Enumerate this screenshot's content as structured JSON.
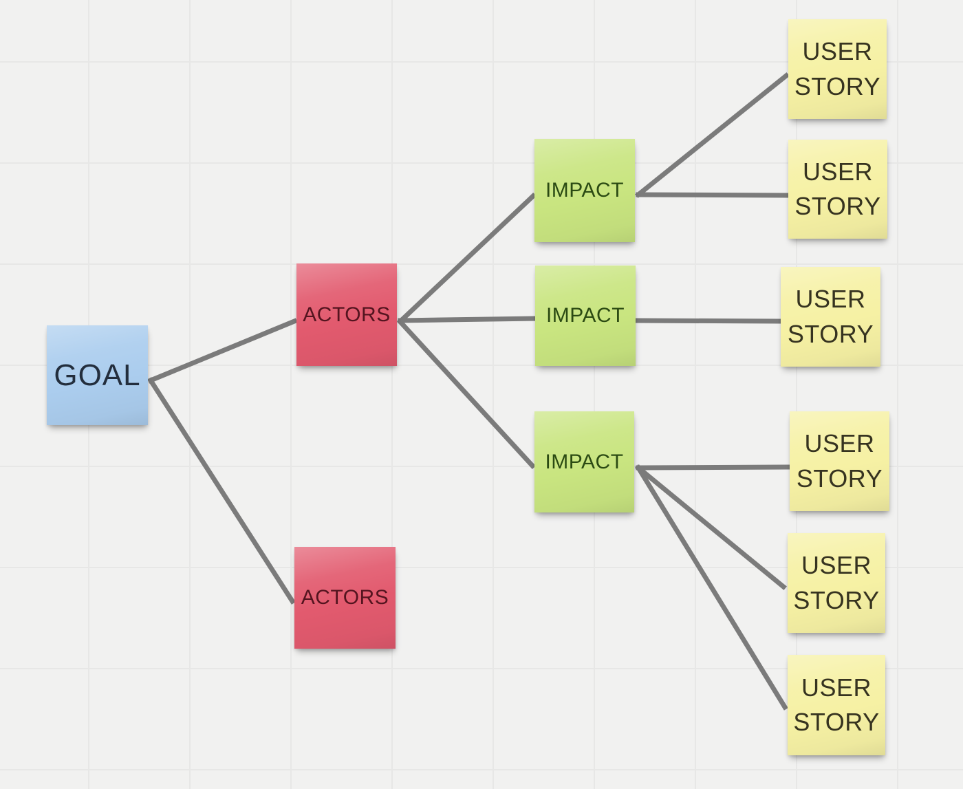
{
  "board": {
    "background_color": "#f1f1f0",
    "grid_color": "#e7e7e6",
    "connector_color": "#7b7b7b",
    "nodes": [
      {
        "id": "goal",
        "type": "goal",
        "label": "GOAL",
        "color": "#abcdee",
        "text_color": "#232e3d"
      },
      {
        "id": "actors-1",
        "type": "actors",
        "label": "ACTORS",
        "color": "#e25a6e",
        "text_color": "#54141f"
      },
      {
        "id": "actors-2",
        "type": "actors",
        "label": "ACTORS",
        "color": "#e25a6e",
        "text_color": "#54141f"
      },
      {
        "id": "impact-1",
        "type": "impact",
        "label": "IMPACT",
        "color": "#c9e580",
        "text_color": "#2b4a13"
      },
      {
        "id": "impact-2",
        "type": "impact",
        "label": "IMPACT",
        "color": "#c9e580",
        "text_color": "#2b4a13"
      },
      {
        "id": "impact-3",
        "type": "impact",
        "label": "IMPACT",
        "color": "#c9e580",
        "text_color": "#2b4a13"
      },
      {
        "id": "user-story-1",
        "type": "user-story",
        "label": "USER STORY",
        "color": "#f6f1a4",
        "text_color": "#363320"
      },
      {
        "id": "user-story-2",
        "type": "user-story",
        "label": "USER STORY",
        "color": "#f6f1a4",
        "text_color": "#363320"
      },
      {
        "id": "user-story-3",
        "type": "user-story",
        "label": "USER STORY",
        "color": "#f6f1a4",
        "text_color": "#363320"
      },
      {
        "id": "user-story-4",
        "type": "user-story",
        "label": "USER STORY",
        "color": "#f6f1a4",
        "text_color": "#363320"
      },
      {
        "id": "user-story-5",
        "type": "user-story",
        "label": "USER STORY",
        "color": "#f6f1a4",
        "text_color": "#363320"
      },
      {
        "id": "user-story-6",
        "type": "user-story",
        "label": "USER STORY",
        "color": "#f6f1a4",
        "text_color": "#363320"
      }
    ],
    "edges": [
      {
        "from": "goal",
        "to": "actors-1"
      },
      {
        "from": "goal",
        "to": "actors-2"
      },
      {
        "from": "actors-1",
        "to": "impact-1"
      },
      {
        "from": "actors-1",
        "to": "impact-2"
      },
      {
        "from": "actors-1",
        "to": "impact-3"
      },
      {
        "from": "impact-1",
        "to": "user-story-1"
      },
      {
        "from": "impact-1",
        "to": "user-story-2"
      },
      {
        "from": "impact-2",
        "to": "user-story-3"
      },
      {
        "from": "impact-3",
        "to": "user-story-4"
      },
      {
        "from": "impact-3",
        "to": "user-story-5"
      },
      {
        "from": "impact-3",
        "to": "user-story-6"
      }
    ]
  }
}
